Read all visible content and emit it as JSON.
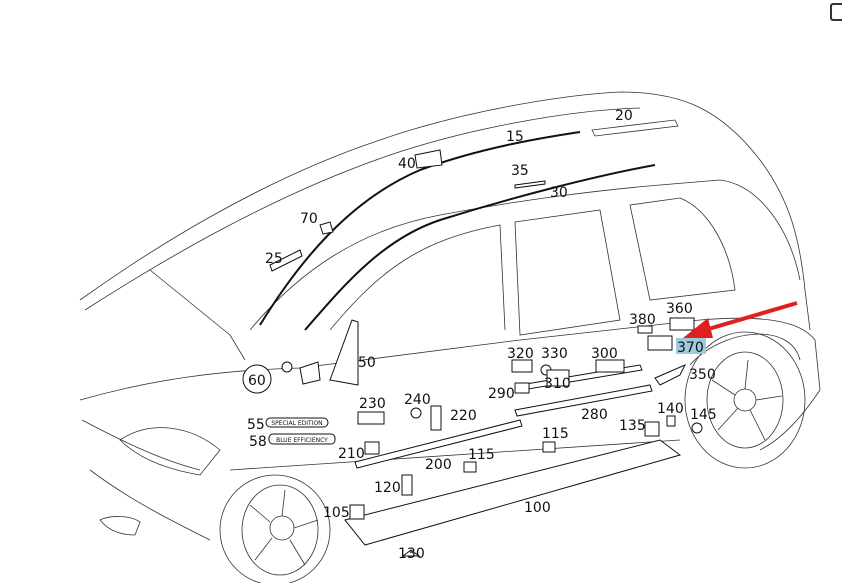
{
  "colors": {
    "arrow": "#e02020",
    "highlight": "#9ccbe0"
  },
  "badges": {
    "special_edition": "SPECIAL EDITION",
    "blue_efficiency": "BLUE EFFICIENCY"
  },
  "labels": {
    "p20": "20",
    "p15": "15",
    "p40": "40",
    "p35": "35",
    "p30": "30",
    "p70": "70",
    "p25": "25",
    "p50": "50",
    "p60": "60",
    "p380": "380",
    "p360": "360",
    "p370": "370",
    "p320": "320",
    "p330": "330",
    "p300": "300",
    "p310": "310",
    "p290": "290",
    "p350": "350",
    "p230": "230",
    "p240": "240",
    "p220": "220",
    "p280": "280",
    "p140": "140",
    "p145": "145",
    "p135": "135",
    "p55": "55",
    "p58": "58",
    "p115a": "115",
    "p115b": "115",
    "p210": "210",
    "p200": "200",
    "p120": "120",
    "p105": "105",
    "p100": "100",
    "p130": "130"
  }
}
